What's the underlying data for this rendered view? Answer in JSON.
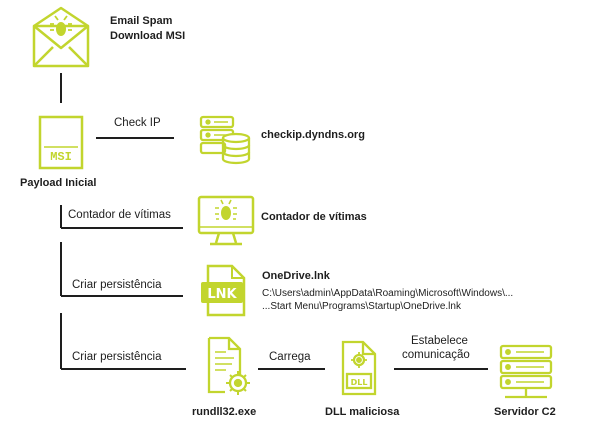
{
  "email": {
    "line1": "Email Spam",
    "line2": "Download MSI"
  },
  "payload": {
    "label": "Payload Inicial",
    "icon_text": "MSI"
  },
  "checkip": {
    "edge_label": "Check IP",
    "target": "checkip.dyndns.org"
  },
  "counter": {
    "edge_label": "Contador de vítimas",
    "target": "Contador de vítimas"
  },
  "persist_lnk": {
    "edge_label": "Criar persistência",
    "file_name": "OneDrive.lnk",
    "path_line1": "C:\\Users\\admin\\AppData\\Roaming\\Microsoft\\Windows\\...",
    "path_line2": "...Start Menu\\Programs\\Startup\\OneDrive.lnk",
    "icon_text": "LNK"
  },
  "persist_rundll": {
    "edge_label": "Criar persistência",
    "target": "rundll32.exe"
  },
  "dll": {
    "edge_label": "Carrega",
    "target": "DLL maliciosa",
    "icon_text": "DLL"
  },
  "c2": {
    "edge_label_1": "Estabelece",
    "edge_label_2": "comunicação",
    "target": "Servidor C2"
  },
  "colors": {
    "accent": "#c2d52e",
    "line": "#1e1e1e",
    "text": "#1e1e1e"
  }
}
